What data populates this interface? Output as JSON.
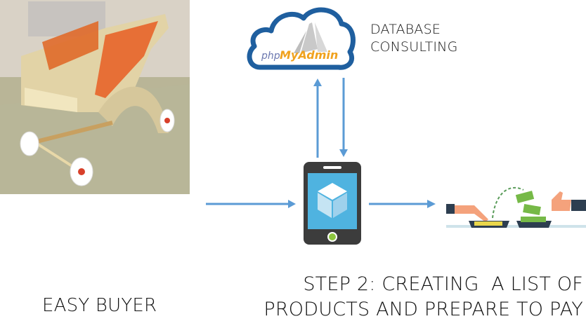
{
  "diagram": {
    "title": "Easy Buyer flow",
    "nodes": {
      "database": {
        "logo_text_php": "php",
        "logo_text_myadmin": "MyAdmin",
        "label_line1": "DATABASE",
        "label_line2": "CONSULTING",
        "icon": "cloud-phpmyadmin-icon"
      },
      "cart": {
        "label": "EASY BUYER",
        "image": "wooden-shopping-cart-photo"
      },
      "phone": {
        "icon": "smartphone-cube-icon"
      },
      "payment": {
        "icon": "mobile-payment-icon"
      },
      "step": {
        "line1": "STEP 2: CREATING  A LIST OF",
        "line2": "PRODUCTS AND PREPARE TO PAY"
      }
    },
    "edges": [
      {
        "from": "cart",
        "to": "phone"
      },
      {
        "from": "phone",
        "to": "database"
      },
      {
        "from": "database",
        "to": "phone"
      },
      {
        "from": "phone",
        "to": "payment"
      }
    ],
    "colors": {
      "arrow": "#5b9bd5",
      "cloud": "#1f5f9f",
      "php_text": "#6c78af",
      "myadmin_text": "#f0a21e",
      "phone_body": "#3c3c3c",
      "phone_screen": "#4fb3e0",
      "phone_button": "#8dc63f"
    }
  }
}
